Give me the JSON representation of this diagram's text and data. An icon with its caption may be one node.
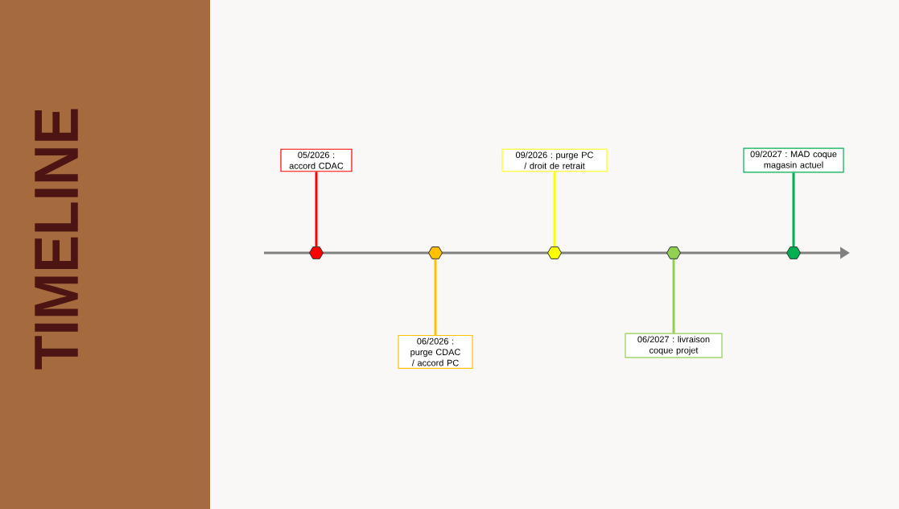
{
  "diagram": {
    "title": "TIMELINE",
    "nodes": [
      {
        "text": [
          "05/2026 : accord CDAC"
        ]
      },
      {
        "text": [
          "06/2026 : purge CDAC / accord PC"
        ]
      },
      {
        "text": [
          "09/2026 : purge PC / droit de retrait"
        ]
      },
      {
        "text": [
          "06/2027 : livraison coque projet"
        ]
      },
      {
        "text": [
          "09/2027 : MAD coque magasin actuel"
        ]
      },
      {
        "text": [],
        "shape": "hexagon"
      },
      {
        "text": [],
        "shape": "hexagon"
      },
      {
        "text": [],
        "shape": "hexagon"
      },
      {
        "text": [],
        "shape": "hexagon"
      },
      {
        "text": [],
        "shape": "hexagon"
      }
    ],
    "edges": [
      {
        "from": 0,
        "to": 5,
        "arrow": "none",
        "color": "#ff0000"
      },
      {
        "from": 1,
        "to": 6,
        "arrow": "none",
        "color": "#ffc000"
      },
      {
        "from": 2,
        "to": 7,
        "arrow": "none",
        "color": "#ffff00"
      },
      {
        "from": 3,
        "to": 8,
        "arrow": "none",
        "color": "#92d050"
      },
      {
        "from": 4,
        "to": 9,
        "arrow": "none",
        "color": "#00b050"
      }
    ]
  }
}
